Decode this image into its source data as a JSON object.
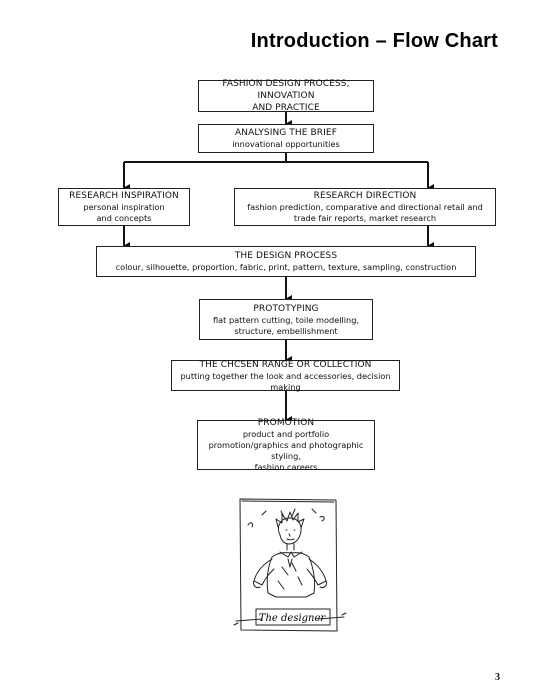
{
  "page": {
    "title": "Introduction – Flow Chart",
    "page_number": "3"
  },
  "flow": {
    "fashion_design": {
      "title": "FASHION DESIGN PROCESS, INNOVATION",
      "title_line2": "AND PRACTICE"
    },
    "analysing": {
      "title": "ANALYSING THE BRIEF",
      "line1": "innovational opportunities"
    },
    "research_inspiration": {
      "title": "RESEARCH INSPIRATION",
      "line1": "personal inspiration",
      "line2": "and concepts"
    },
    "research_direction": {
      "title": "RESEARCH DIRECTION",
      "line1": "fashion prediction, comparative and directional retail and",
      "line2": "trade fair reports, market research"
    },
    "design_process": {
      "title": "THE DESIGN PROCESS",
      "line1": "colour, silhouette, proportion, fabric, print, pattern, texture, sampling, construction"
    },
    "prototyping": {
      "title": "PROTOTYPING",
      "line1": "flat pattern cutting, toile modelling,",
      "line2": "structure, embellishment"
    },
    "range": {
      "title": "THE CHCSEN RANGE OR COLLECTION",
      "line1": "putting together the look and accessories, decision making"
    },
    "promotion": {
      "title": "PROMOTION",
      "line1": "product and portfolio",
      "line2": "promotion/graphics and photographic styling,",
      "line3": "fashion careers"
    }
  },
  "illustration": {
    "caption": "The designer"
  },
  "colors": {
    "ink": "#111111",
    "background": "#ffffff"
  }
}
